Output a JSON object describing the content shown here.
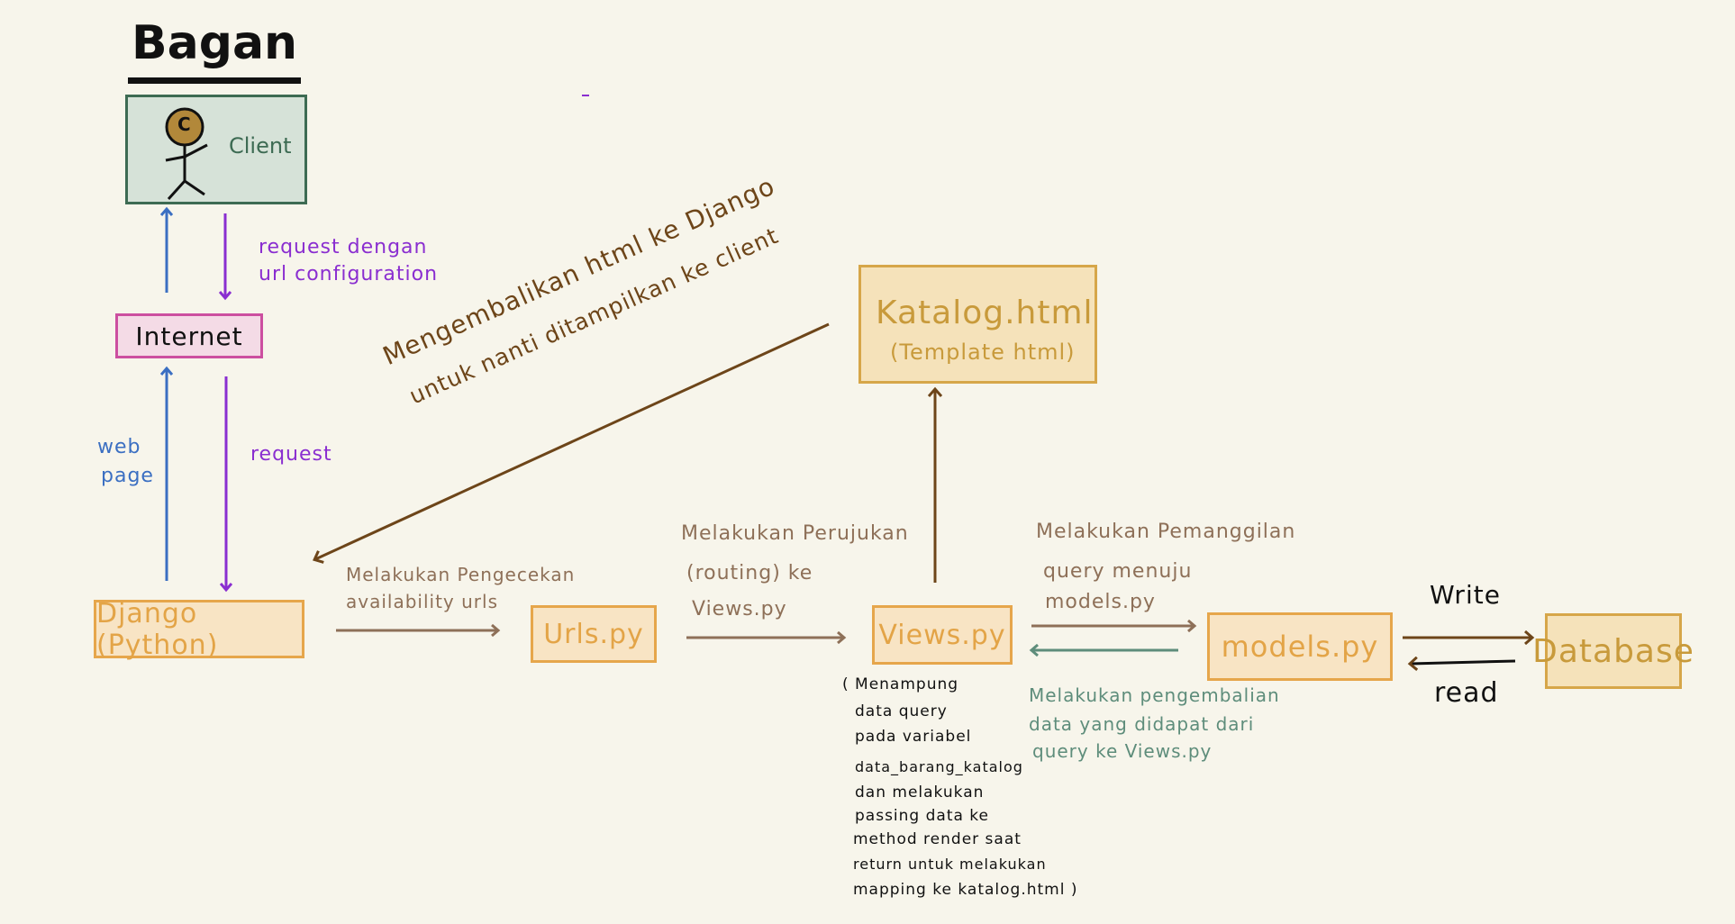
{
  "title": "Bagan",
  "client": {
    "initial": "C",
    "label": "Client"
  },
  "internet": {
    "label": "Internet"
  },
  "labels": {
    "request_url_1": "request dengan",
    "request_url_2": "url configuration",
    "web_page_1": "web",
    "web_page_2": "page",
    "request": "request",
    "return_html_1": "Mengembalikan html ke Django",
    "return_html_2": "untuk nanti ditampilkan ke client",
    "check_urls_1": "Melakukan Pengecekan",
    "check_urls_2": "availability urls",
    "routing_1": "Melakukan Perujukan",
    "routing_2": "(routing) ke",
    "routing_3": "Views.py",
    "query_call_1": "Melakukan Pemanggilan",
    "query_call_2": "query menuju",
    "query_call_3": "models.py",
    "return_data_1": "Melakukan pengembalian",
    "return_data_2": "data yang didapat dari",
    "return_data_3": "query ke Views.py",
    "write": "Write",
    "read": "read"
  },
  "nodes": {
    "django": "Django (Python)",
    "urls": "Urls.py",
    "views": "Views.py",
    "models": "models.py",
    "database": "Database",
    "katalog_title": "Katalog.html",
    "katalog_sub": "(Template html)"
  },
  "views_note": [
    "( Menampung",
    "data query",
    "pada variabel",
    "data_barang_katalog",
    "dan melakukan",
    "passing data ke",
    "method render saat",
    "return untuk melakukan",
    "mapping ke katalog.html )"
  ],
  "colors": {
    "background": "#f7f5eb",
    "blue_arrow": "#3b6fc2",
    "purple_arrow": "#8a2ed0",
    "brown_arrow": "#8e7058",
    "dark_brown_arrow": "#6d4519",
    "teal_arrow": "#5e8d7b",
    "node_orange": "#e6a64b"
  }
}
